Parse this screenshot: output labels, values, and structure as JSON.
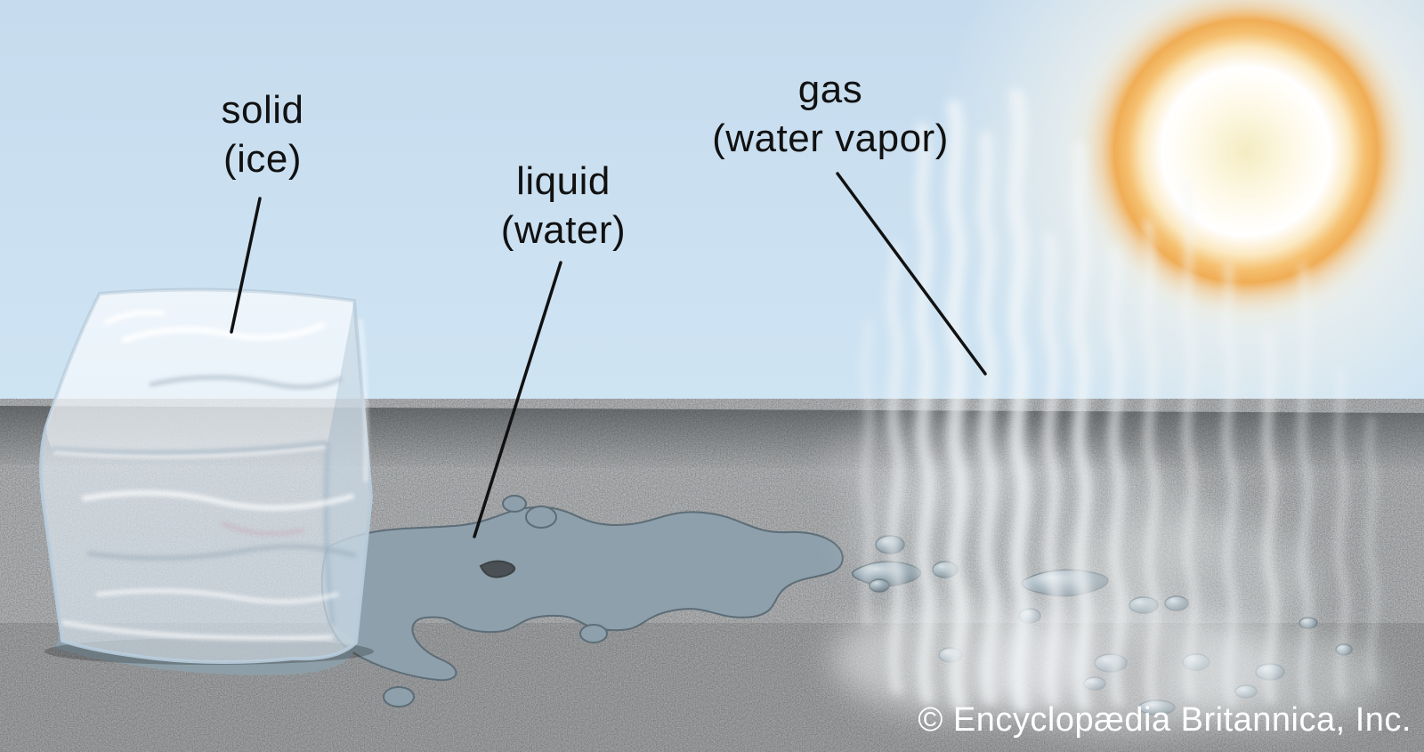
{
  "diagram": {
    "labels": {
      "solid": {
        "line1": "solid",
        "line2": "(ice)"
      },
      "liquid": {
        "line1": "liquid",
        "line2": "(water)"
      },
      "gas": {
        "line1": "gas",
        "line2": "(water vapor)"
      }
    },
    "credit": "© Encyclopædia Britannica, Inc.",
    "colors": {
      "sky": "#cbe0f1",
      "sun_core": "#f5ecc2",
      "sun_rim": "#f0ad55",
      "asphalt": "#55595c",
      "water": "#8da0ab",
      "ice": "#e9f2fa",
      "vapor": "#f3f6f8",
      "label_text": "#111111",
      "credit_text": "#ffffff"
    }
  }
}
